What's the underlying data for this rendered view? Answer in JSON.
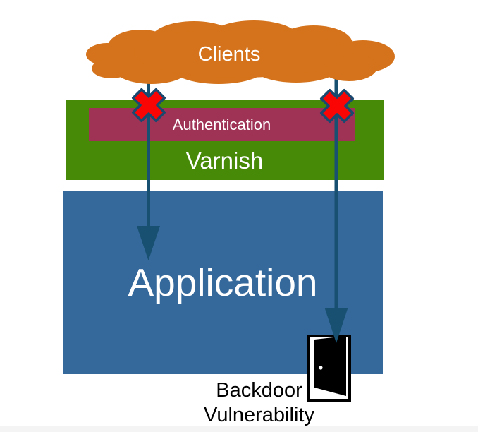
{
  "colors": {
    "cloud_orange": "#D4731B",
    "varnish_green": "#478A08",
    "authentication_maroon": "#9E3356",
    "application_blue": "#35699B",
    "arrow_blue": "#175070",
    "x_red": "#FB0404",
    "x_outline_blue": "#1B486E",
    "label_white": "#FFFFFF",
    "label_black": "#000000",
    "scrollbar_gray": "#F4F4F4"
  },
  "diagram": {
    "clients_cloud": {
      "label": "Clients",
      "icon": "cloud-icon"
    },
    "varnish_layer": {
      "label": "Varnish"
    },
    "authentication_bar": {
      "label": "Authentication"
    },
    "application_box": {
      "label": "Application"
    },
    "blocked_markers": {
      "icon": "red-x-icon",
      "count": 2
    },
    "request_arrows": {
      "icon": "down-arrow-icon",
      "count": 2
    },
    "backdoor": {
      "icon": "open-door-icon",
      "label_line1": "Backdoor",
      "label_line2": "Vulnerability"
    }
  }
}
